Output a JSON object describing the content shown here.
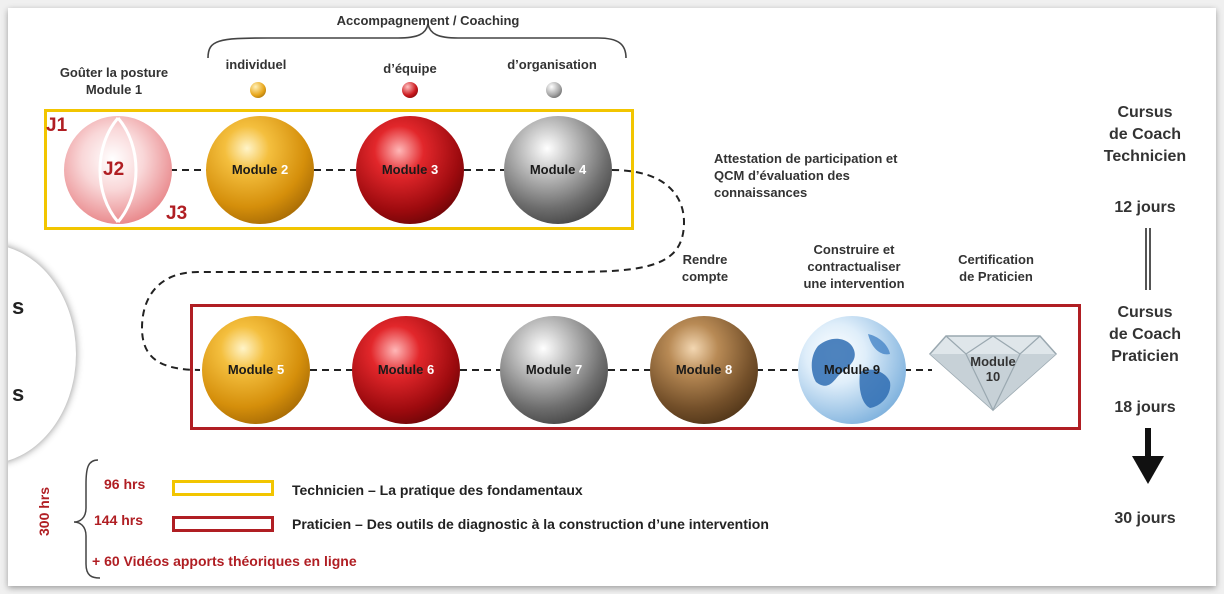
{
  "header": {
    "coaching_title": "Accompagnement / Coaching"
  },
  "coaching_types": [
    {
      "label": "individuel",
      "color": "#e8a71c"
    },
    {
      "label": "d’équipe",
      "color": "#cc1a1f"
    },
    {
      "label": "d’organisation",
      "color": "#a6a6a6"
    }
  ],
  "module1": {
    "title_line1": "Goûter la posture",
    "title_line2": "Module 1",
    "j1": "J1",
    "j2": "J2",
    "j3": "J3"
  },
  "modules_row1": [
    {
      "label": "Module",
      "num": "2"
    },
    {
      "label": "Module",
      "num": "3"
    },
    {
      "label": "Module",
      "num": "4"
    }
  ],
  "modules_row2": [
    {
      "label": "Module",
      "num": "5"
    },
    {
      "label": "Module",
      "num": "6"
    },
    {
      "label": "Module",
      "num": "7"
    },
    {
      "label": "Module",
      "num": "8"
    },
    {
      "label": "Module 9",
      "num": ""
    },
    {
      "label": "Module",
      "num": "10"
    }
  ],
  "attestation": {
    "line1": "Attestation de participation et",
    "line2": "QCM d’évaluation des",
    "line3": "connaissances"
  },
  "step_labels": {
    "rendre_line1": "Rendre",
    "rendre_line2": "compte",
    "construire_line1": "Construire et",
    "construire_line2": "contractualiser",
    "construire_line3": "une intervention",
    "certif_line1": "Certification",
    "certif_line2": "de Praticien"
  },
  "cursus": {
    "tech_line1": "Cursus",
    "tech_line2": "de Coach",
    "tech_line3": "Technicien",
    "tech_days": "12 jours",
    "prat_line1": "Cursus",
    "prat_line2": "de Coach",
    "prat_line3": "Praticien",
    "prat_days": "18 jours",
    "total_days": "30 jours"
  },
  "legend": {
    "total_hours": "300 hrs",
    "tech_hours": "96 hrs",
    "tech_text": "Technicien – La pratique des fondamentaux",
    "tech_color": "#f2c500",
    "prat_hours": "144 hrs",
    "prat_text": "Praticien – Des outils de diagnostic à la construction d’une intervention",
    "prat_color": "#b01e23",
    "videos": "+ 60 Vidéos apports théoriques en ligne"
  },
  "side_circle": {
    "char1": "s",
    "char2": "s"
  }
}
